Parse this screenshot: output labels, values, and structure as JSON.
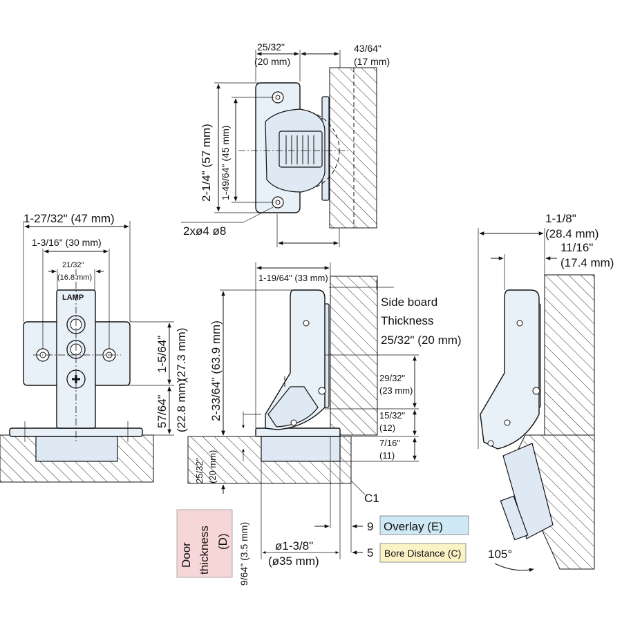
{
  "labels": {
    "top_width": "25/32\"",
    "top_width_mm": "(20 mm)",
    "top_offset": "43/64\"",
    "top_offset_mm": "(17 mm)",
    "top_height_outer": "2-1/4\" (57 mm)",
    "top_height_inner": "1-49/64\" (45 mm)",
    "holes": "2xø4 ø8",
    "left_total": "1-27/32\" (47 mm)",
    "left_mid": "1-3/16\" (30 mm)",
    "left_inner": "21/32\"",
    "left_inner_mm": "(16.8 mm)",
    "left_upper": "1-5/64\"",
    "left_upper_mm": "(27.3 mm)",
    "left_lower": "57/64\"",
    "left_lower_mm": "(22.8 mm)",
    "mid_top": "1-19/64\" (33 mm)",
    "mid_height": "2-33/64\" (63.9 mm)",
    "door_th_in": "25/32\"",
    "door_th_mm": "(20 mm)",
    "side_board_1": "Side board",
    "side_board_2": "Thickness",
    "side_board_3": "25/32\" (20 mm)",
    "r1": "29/32\"",
    "r1_mm": "(23 mm)",
    "r2": "15/32\"",
    "r2_mm": "(12)",
    "r3": "7/16\"",
    "r3_mm": "(11)",
    "c1": "C1",
    "nine": "9",
    "five": "5",
    "overlay": "Overlay (E)",
    "bore": "Bore Distance (C)",
    "bore_dia": "ø1-3/8\"",
    "bore_dia_mm": "(ø35 mm)",
    "depth": "9/64\" (3.5 mm)",
    "door_label_1": "Door",
    "door_label_2": "thickness",
    "door_label_3": "(D)",
    "right_outer": "1-1/8\"",
    "right_outer_mm": "(28.4 mm)",
    "right_inner": "11/16\"",
    "right_inner_mm": "(17.4 mm)",
    "angle": "105°",
    "brand": "LAMP"
  },
  "colors": {
    "door_box": "#f6d6d6",
    "overlay_box": "#cfe8f6",
    "bore_box": "#fbf3c6"
  }
}
